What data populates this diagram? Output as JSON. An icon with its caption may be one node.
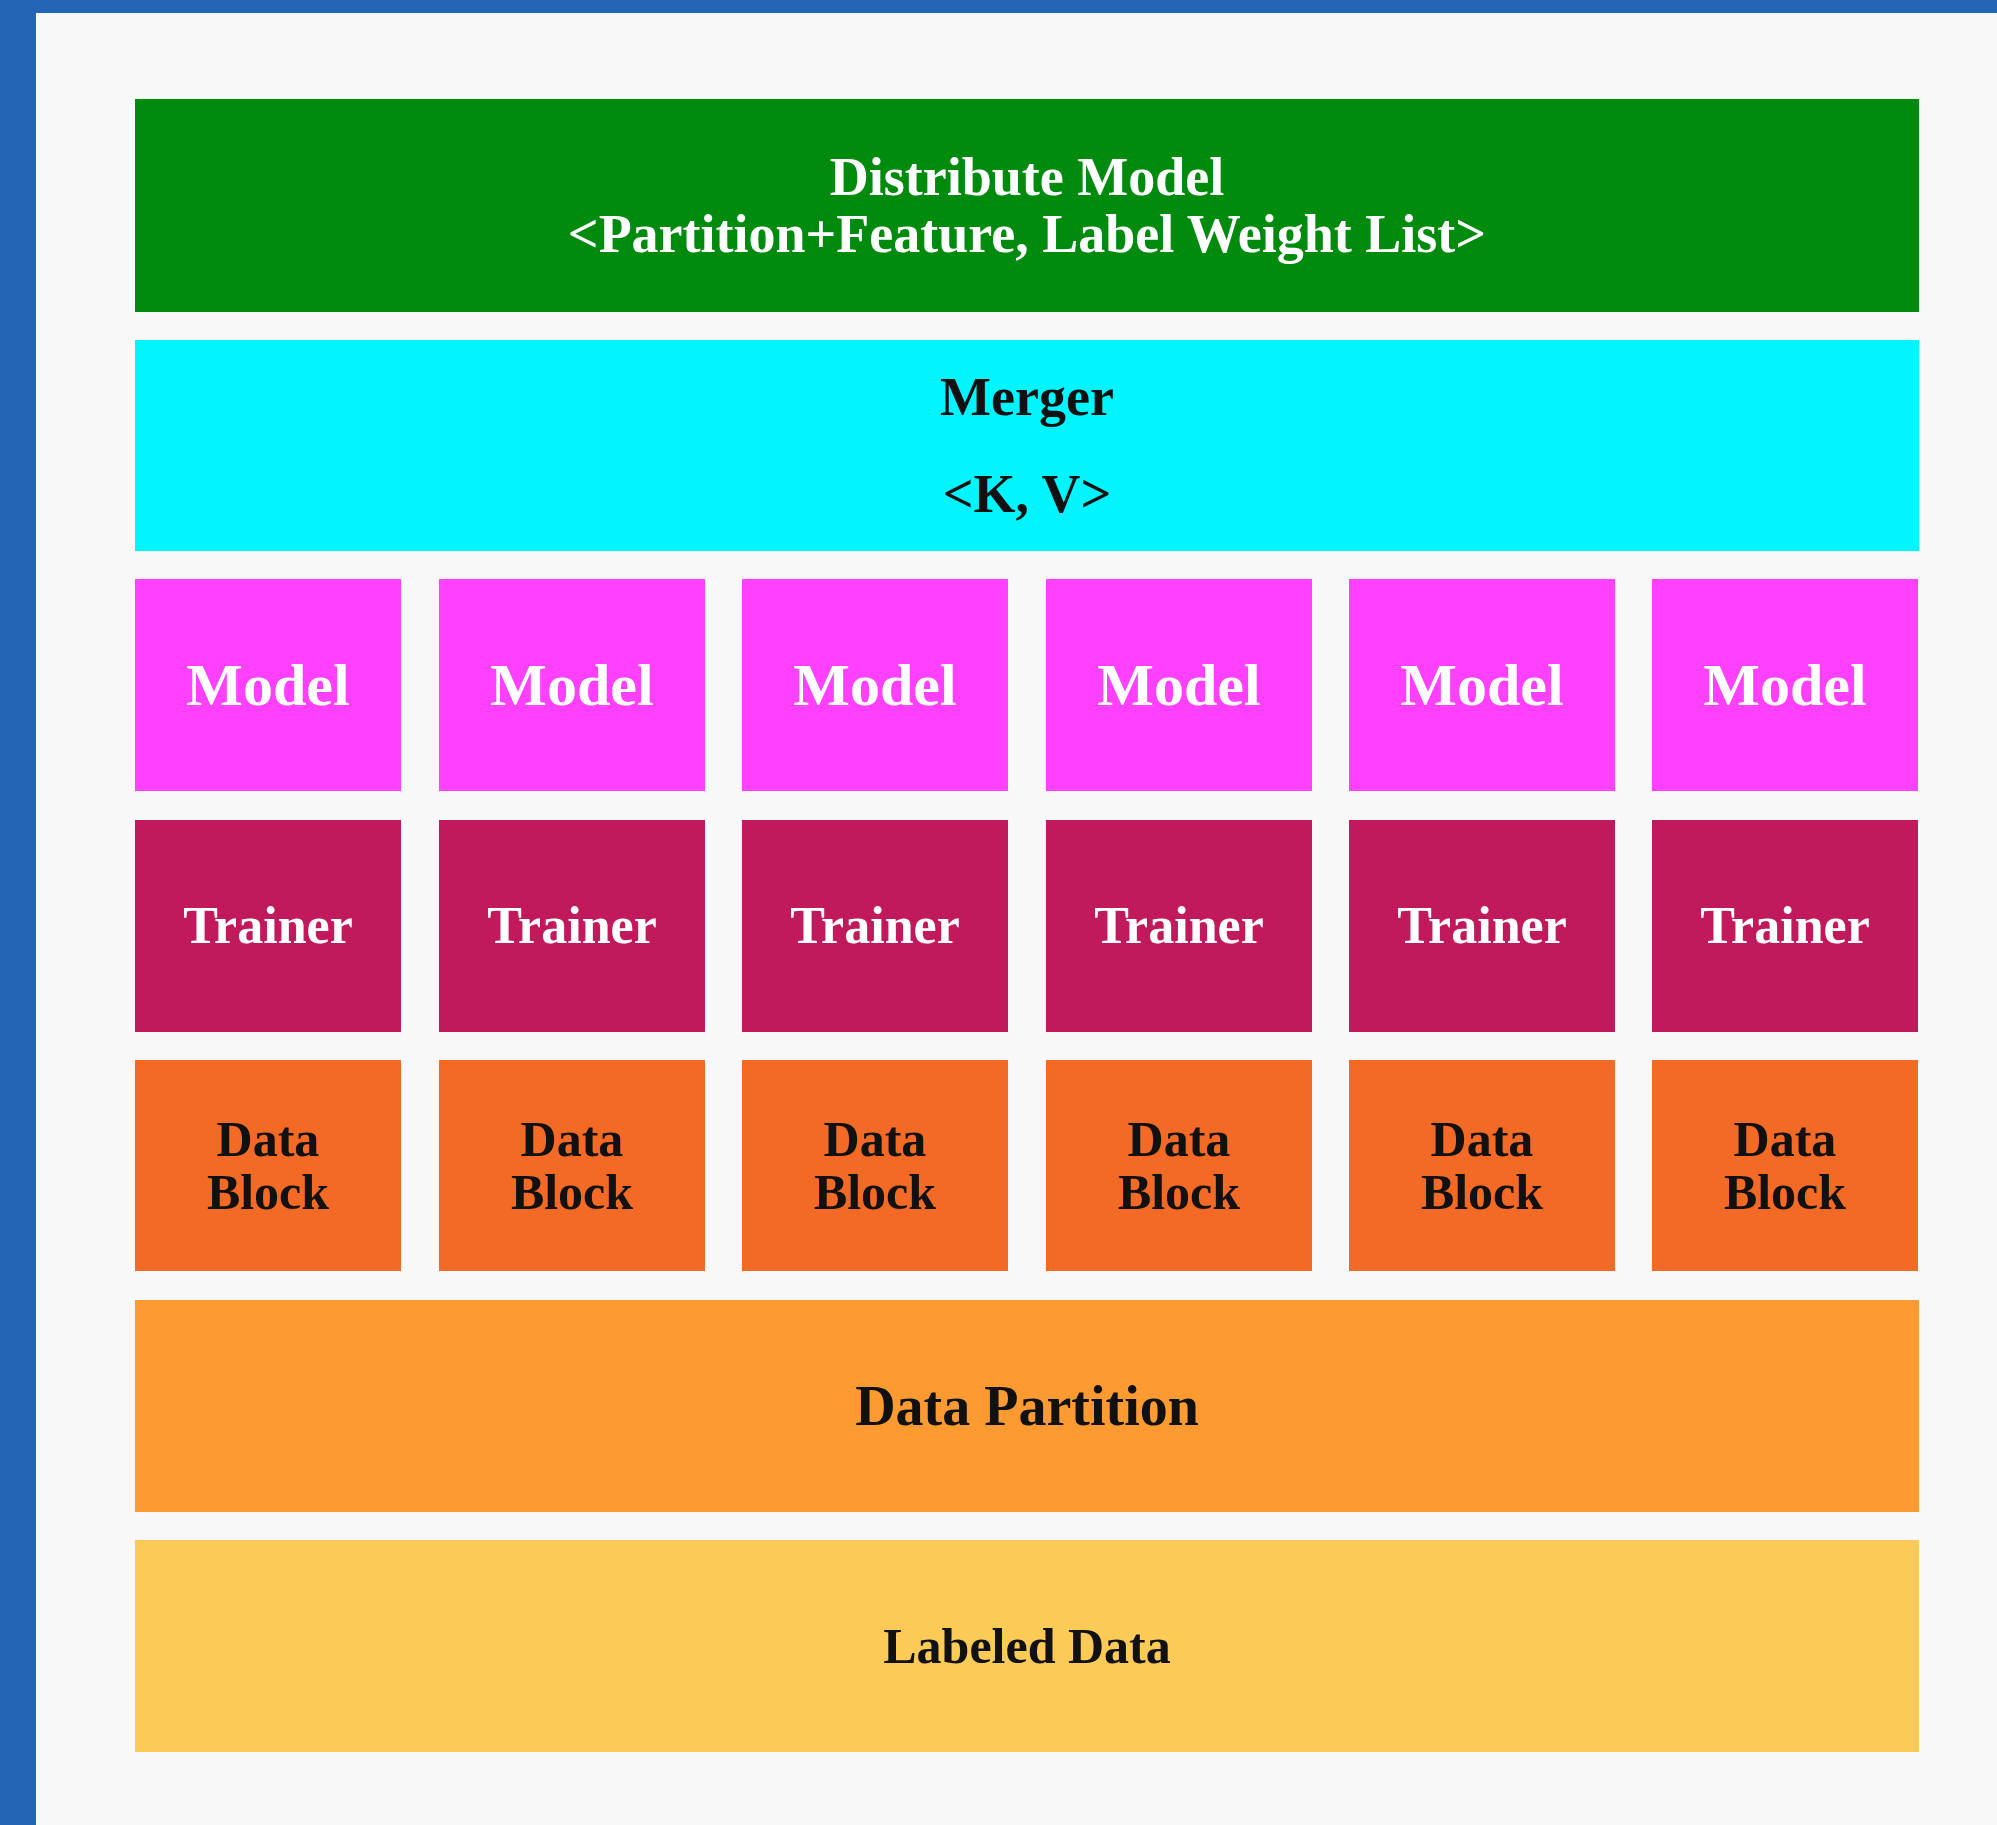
{
  "diagram": {
    "nodes": [
      {
        "text": [
          "Distribute Model",
          "<Partition+Feature, Label Weight List>"
        ]
      },
      {
        "text": [
          "Merger",
          "<K, V>"
        ]
      },
      {
        "text": [
          "Model"
        ]
      },
      {
        "text": [
          "Model"
        ]
      },
      {
        "text": [
          "Model"
        ]
      },
      {
        "text": [
          "Model"
        ]
      },
      {
        "text": [
          "Model"
        ]
      },
      {
        "text": [
          "Model"
        ]
      },
      {
        "text": [
          "Trainer"
        ]
      },
      {
        "text": [
          "Trainer"
        ]
      },
      {
        "text": [
          "Trainer"
        ]
      },
      {
        "text": [
          "Trainer"
        ]
      },
      {
        "text": [
          "Trainer"
        ]
      },
      {
        "text": [
          "Trainer"
        ]
      },
      {
        "text": [
          "Data Block"
        ]
      },
      {
        "text": [
          "Data Block"
        ]
      },
      {
        "text": [
          "Data Block"
        ]
      },
      {
        "text": [
          "Data Block"
        ]
      },
      {
        "text": [
          "Data Block"
        ]
      },
      {
        "text": [
          "Data Block"
        ]
      },
      {
        "text": [
          "Data Partition"
        ]
      },
      {
        "text": [
          "Labeled Data"
        ]
      }
    ]
  }
}
